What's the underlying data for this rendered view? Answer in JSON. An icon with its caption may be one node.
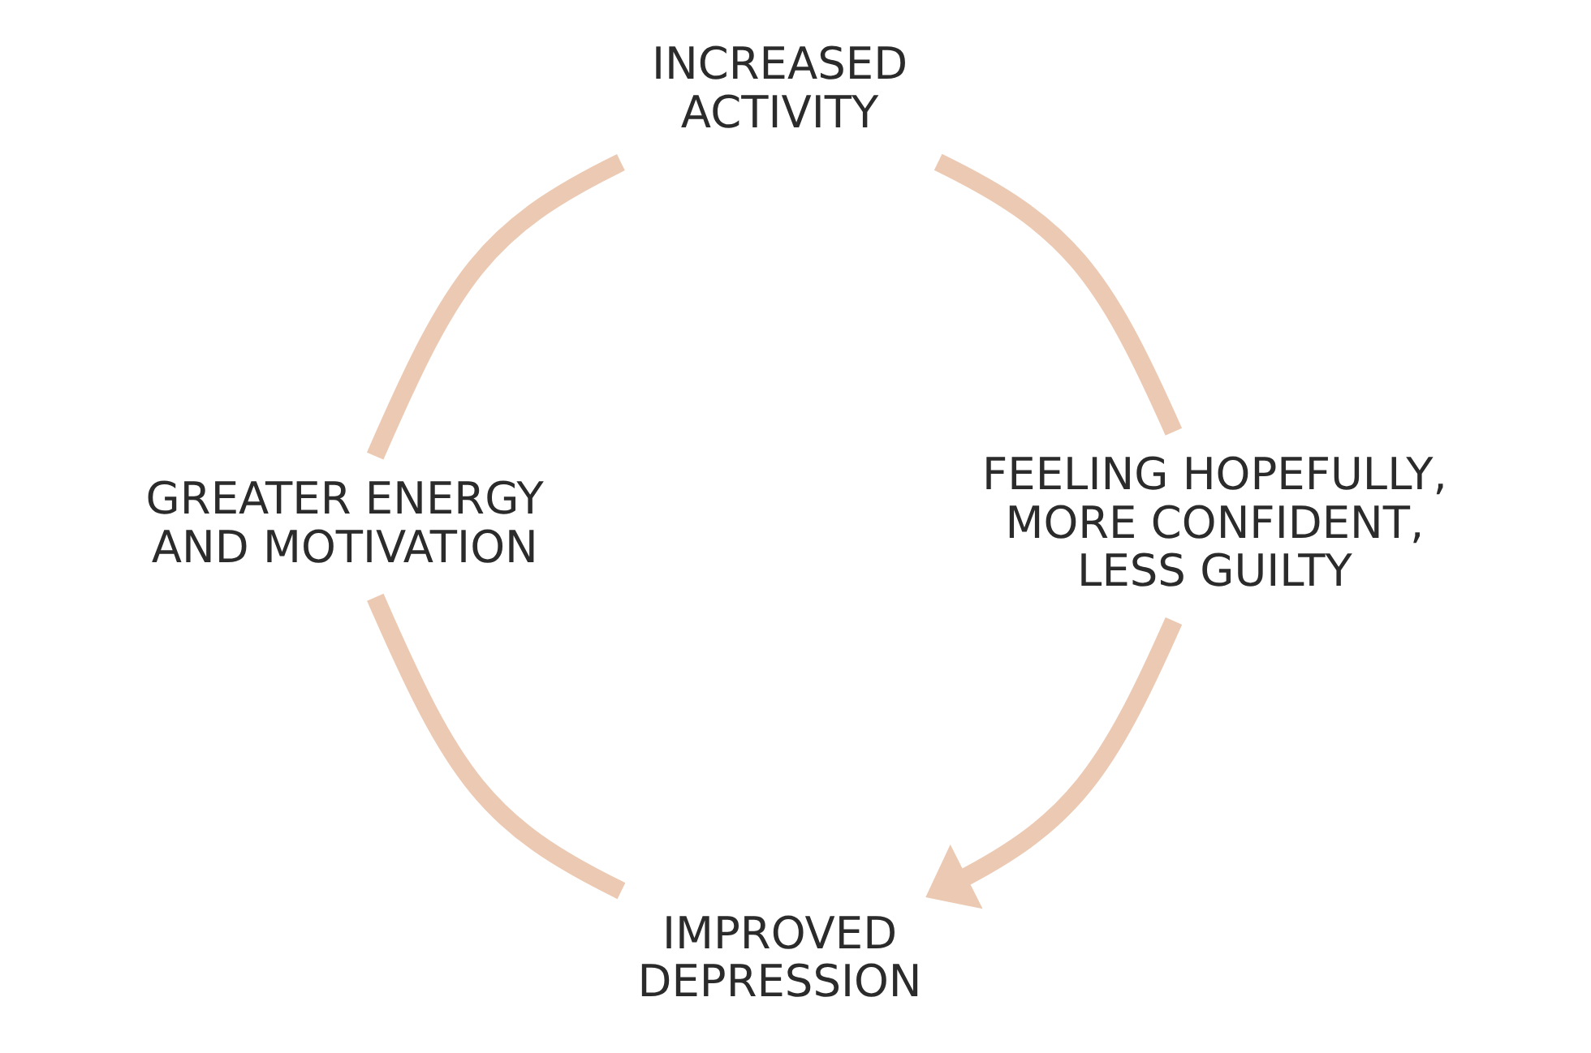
{
  "diagram": {
    "nodes": [
      {
        "text": [
          "INCREASED ACTIVITY"
        ]
      },
      {
        "text": [
          "GREATER ENERGY AND MOTIVATION"
        ]
      },
      {
        "text": [
          "FEELING HOPEFULLY, MORE CONFIDENT, LESS GUILTY"
        ]
      },
      {
        "text": [
          "IMPROVED DEPRESSION"
        ]
      }
    ],
    "edges": [
      {
        "from": 0,
        "to": 2,
        "arrow": "none"
      },
      {
        "from": 2,
        "to": 3,
        "arrow": "to"
      },
      {
        "from": 3,
        "to": 1,
        "arrow": "none"
      },
      {
        "from": 1,
        "to": 0,
        "arrow": "none"
      }
    ]
  }
}
